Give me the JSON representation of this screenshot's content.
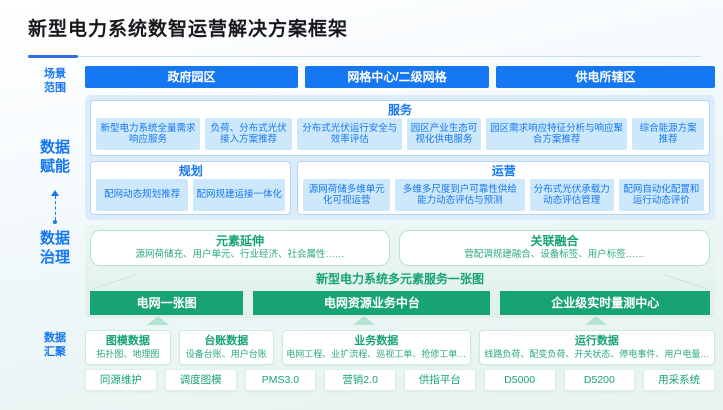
{
  "title": "新型电力系统数智运营解决方案框架",
  "side_labels": {
    "scene": "场景范围",
    "empower": "数据赋能",
    "governance": "数据治理",
    "aggregation": "数据汇聚"
  },
  "scene_row": [
    "政府园区",
    "网格中心/二级网格",
    "供电所辖区"
  ],
  "empower": {
    "service": {
      "title": "服务",
      "items": [
        "新型电力系统全量需求响应服务",
        "负荷、分布式光伏接入方案推荐",
        "分布式光伏运行安全与效率评估",
        "园区产业生态可视化供电服务",
        "园区需求响应特征分析与响应聚合方案推荐",
        "综合能源方案推荐"
      ]
    },
    "planning": {
      "title": "规划",
      "items": [
        "配网动态规划推荐",
        "配网规建运接一体化"
      ]
    },
    "operation": {
      "title": "运营",
      "items": [
        "源网荷储多维单元化可视运营",
        "多维多尺度到户可靠性供给能力动态评估与预测",
        "分布式光伏承载力动态评估管理",
        "配网自动化配置和运行动态评价"
      ]
    }
  },
  "governance": {
    "boxes": [
      {
        "title": "元素延伸",
        "desc": "源网荷储充、用户单元、行业经济、社会属性……"
      },
      {
        "title": "关联融合",
        "desc": "营配调规建融合、设备标签、用户标签……"
      }
    ],
    "one_map_title": "新型电力系统多元素服务一张图",
    "platforms": [
      "电网一张图",
      "电网资源业务中台",
      "企业级实时量测中心"
    ]
  },
  "aggregation": {
    "groups": [
      {
        "title": "图模数据",
        "desc": "拓扑图、地理图"
      },
      {
        "title": "台账数据",
        "desc": "设备台账、用户台账"
      },
      {
        "title": "业务数据",
        "desc": "电网工程、业扩流程、巡视工单、抢修工单…"
      },
      {
        "title": "运行数据",
        "desc": "线路负荷、配变负荷、开关状态、停电事件、用户电量…"
      }
    ],
    "systems": [
      "同源维护",
      "调度图模",
      "PMS3.0",
      "营销2.0",
      "供指平台",
      "D5000",
      "D5200",
      "用采系统"
    ]
  },
  "colors": {
    "primary_blue": "#1677f2",
    "primary_green": "#18a376"
  }
}
